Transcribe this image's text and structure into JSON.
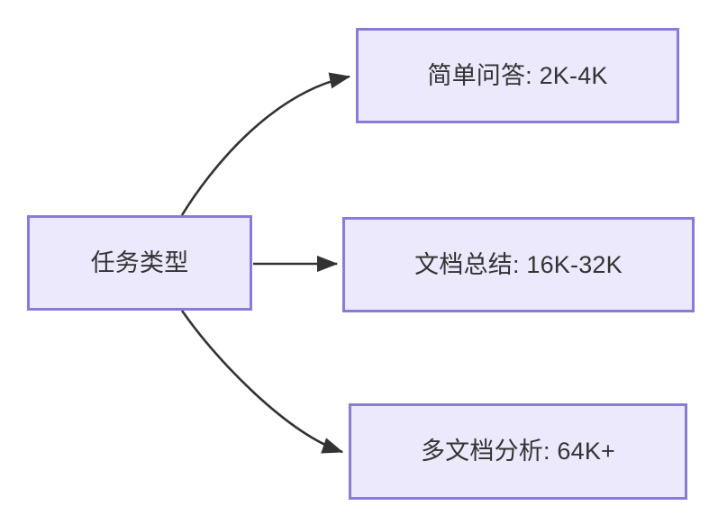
{
  "diagram": {
    "type": "flowchart",
    "direction": "left-to-right",
    "background_color": "#ffffff",
    "node_fill_color": "#ebe9fb",
    "node_border_color": "#8a7bd8",
    "node_text_color": "#333333",
    "edge_color": "#333333",
    "root": {
      "label": "任务类型"
    },
    "branches": [
      {
        "label": "简单问答: 2K-4K",
        "category": "简单问答",
        "value": "2K-4K",
        "edge_style": "curved",
        "arrow": "arrowhead-right"
      },
      {
        "label": "文档总结: 16K-32K",
        "category": "文档总结",
        "value": "16K-32K",
        "edge_style": "straight",
        "arrow": "arrowhead-right"
      },
      {
        "label": "多文档分析: 64K+",
        "category": "多文档分析",
        "value": "64K+",
        "edge_style": "curved",
        "arrow": "arrowhead-right"
      }
    ]
  }
}
